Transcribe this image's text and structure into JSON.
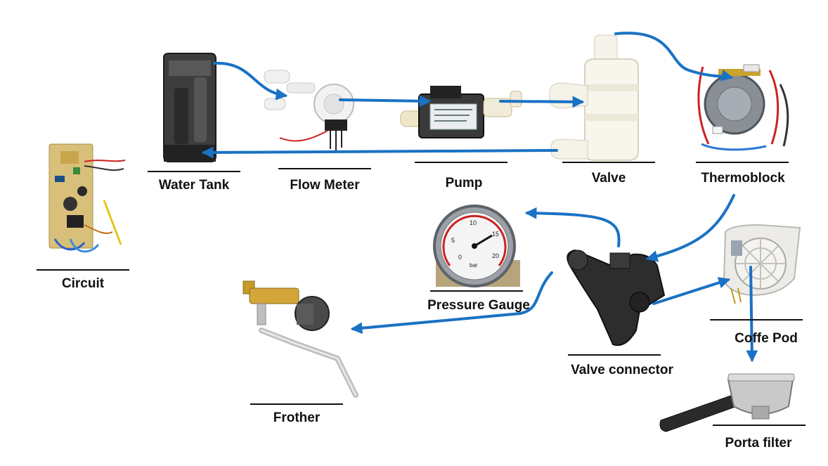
{
  "components": {
    "circuit": "Circuit",
    "water_tank": "Water Tank",
    "flow_meter": "Flow Meter",
    "pump": "Pump",
    "valve": "Valve",
    "thermoblock": "Thermoblock",
    "pressure_gauge": "Pressure Gauge",
    "valve_connector": "Valve connector",
    "coffe_pod": "Coffe Pod",
    "porta_filter": "Porta filter",
    "frother": "Frother"
  },
  "gauge": {
    "ticks": [
      "0",
      "5",
      "10",
      "15",
      "20"
    ],
    "unit": "bar"
  },
  "colors": {
    "arrow": "#1a72c4",
    "label": "#111111"
  }
}
